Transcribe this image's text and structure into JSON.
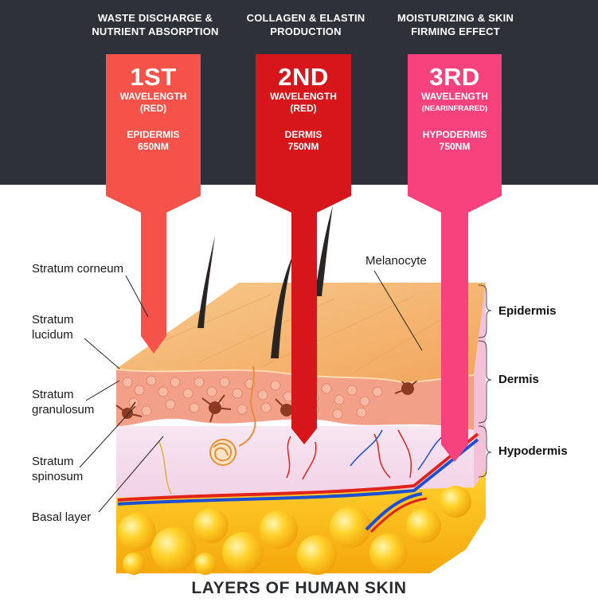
{
  "benefits": [
    "WASTE DISCHARGE &\nNUTRIENT ABSORPTION",
    "COLLAGEN & ELASTIN\nPRODUCTION",
    "MOISTURIZING & SKIN\nFIRMING EFFECT"
  ],
  "arrows": [
    {
      "ordinal": "1ST",
      "wavelength": "WAVELENGTH",
      "light": "(RED)",
      "layer": "EPIDERMIS",
      "nm": "650NM",
      "color": "#f5524a"
    },
    {
      "ordinal": "2ND",
      "wavelength": "WAVELENGTH",
      "light": "(RED)",
      "layer": "DERMIS",
      "nm": "750NM",
      "color": "#d7161b"
    },
    {
      "ordinal": "3RD",
      "wavelength": "WAVELENGTH",
      "light": "(NEARINFRARED)",
      "layer": "HYPODERMIS",
      "nm": "750NM",
      "color": "#f7427e"
    }
  ],
  "left_labels": {
    "corneum": "Stratum corneum",
    "lucidum": "Stratum\nlucidum",
    "granulosum": "Stratum\ngranulosum",
    "spinosum": "Stratum\nspinosum",
    "basal": "Basal layer"
  },
  "melanocyte": "Melanocyte",
  "right_labels": {
    "epidermis": "Epidermis",
    "dermis": "Dermis",
    "hypodermis": "Hypodermis"
  },
  "title": "LAYERS OF HUMAN SKIN",
  "colors": {
    "header_bg": "#2f313a",
    "fat": "#fbbf15",
    "epidermis": "#f6b26b",
    "dermis": "#f6e0ef"
  }
}
